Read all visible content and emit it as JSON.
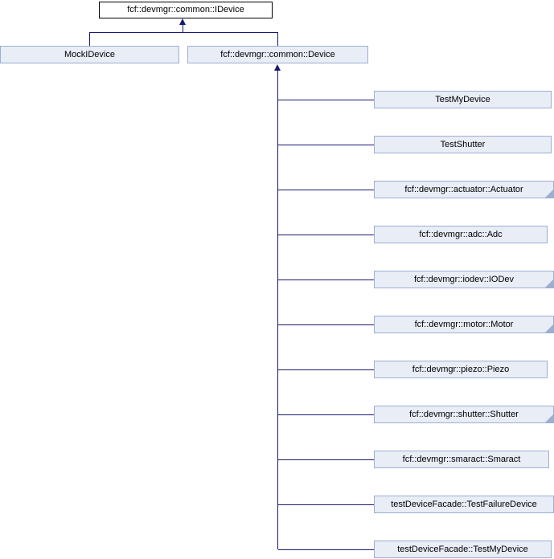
{
  "diagram": {
    "type": "class-inheritance-graph",
    "colors": {
      "root_fill": "#ffffff",
      "root_border": "#000000",
      "node_fill": "#e8edf6",
      "node_border": "#9cafd1",
      "edge": "#191970",
      "text": "#000000"
    },
    "root": {
      "label": "fcf::devmgr::common::IDevice"
    },
    "level2": [
      {
        "label": "MockIDevice"
      },
      {
        "label": "fcf::devmgr::common::Device"
      }
    ],
    "children": [
      {
        "label": "TestMyDevice",
        "truncated": false
      },
      {
        "label": "TestShutter",
        "truncated": false
      },
      {
        "label": "fcf::devmgr::actuator::Actuator",
        "truncated": true
      },
      {
        "label": "fcf::devmgr::adc::Adc",
        "truncated": false
      },
      {
        "label": "fcf::devmgr::iodev::IODev",
        "truncated": true
      },
      {
        "label": "fcf::devmgr::motor::Motor",
        "truncated": true
      },
      {
        "label": "fcf::devmgr::piezo::Piezo",
        "truncated": false
      },
      {
        "label": "fcf::devmgr::shutter::Shutter",
        "truncated": true
      },
      {
        "label": "fcf::devmgr::smaract::Smaract",
        "truncated": false
      },
      {
        "label": "testDeviceFacade::TestFailureDevice",
        "truncated": false
      },
      {
        "label": "testDeviceFacade::TestMyDevice",
        "truncated": false
      }
    ]
  }
}
